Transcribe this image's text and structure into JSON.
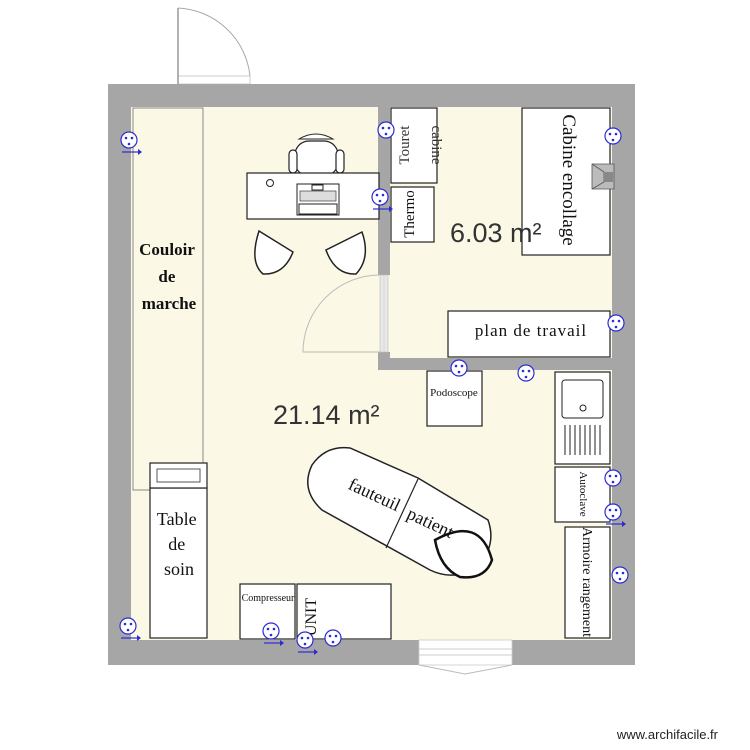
{
  "plan": {
    "rooms": [
      {
        "area": "21.14 m²"
      },
      {
        "area": "6.03 m²"
      }
    ],
    "labels": {
      "couloir": [
        "Couloir",
        "de",
        "marche"
      ],
      "table_soin": [
        "Table",
        "de",
        "soin"
      ],
      "touret": [
        "Touret",
        "cabine"
      ],
      "thermo": "Thermo",
      "cabine": "Cabine encollage",
      "plan_travail": "plan de travail",
      "podoscope": "Podoscope",
      "fauteuil": "fauteuil",
      "patient": "patient",
      "autoclave": "Autoclave",
      "armoire": "Armoire rangement",
      "compresseur": "Compresseur",
      "unit": "UNIT"
    }
  },
  "colors": {
    "wall": "#a6a6a6",
    "floor": "#fbf8e6",
    "outlet": "#2b2bd6"
  },
  "footer": {
    "watermark": "www.archifacile.fr"
  }
}
